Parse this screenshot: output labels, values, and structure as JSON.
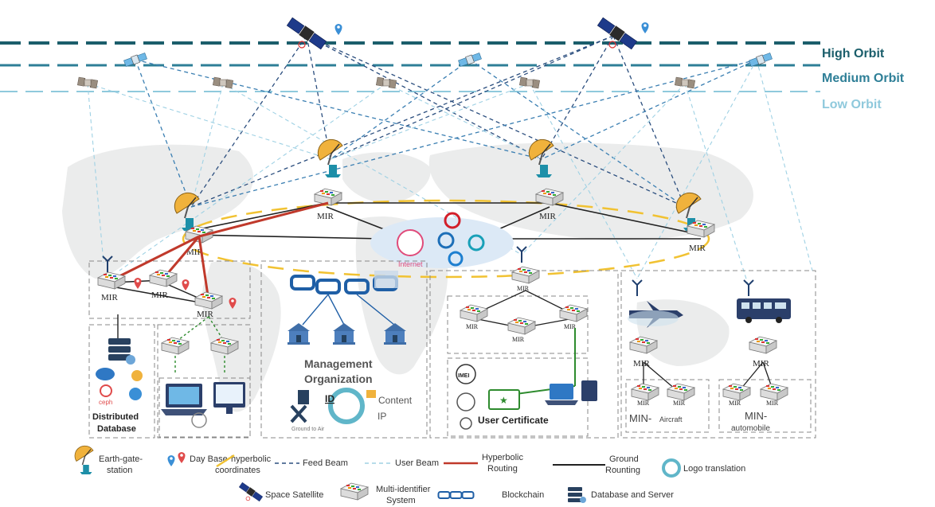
{
  "orbits": {
    "high": "High Orbit",
    "medium": "Medium Orbit",
    "low": "Low Orbit"
  },
  "colors": {
    "high": "#1b5e6b",
    "medium": "#2e7f97",
    "low": "#8fc9dc",
    "router_link": "#c0392b",
    "ground": "#222222",
    "green": "#2e8b2e"
  },
  "node_label": "MIR",
  "cloud": {
    "internet": "Internet"
  },
  "sections": {
    "database": {
      "line1": "Distributed",
      "line2": "Database",
      "ceph": "ceph"
    },
    "management": {
      "line1": "Management",
      "line2": "Organization",
      "id": "ID",
      "content": "Content",
      "ip": "IP",
      "ground_to_air": "Ground to Air"
    },
    "certificate": {
      "imei": "IMEI",
      "label": "User Certificate"
    },
    "aircraft": {
      "label": "MIN-",
      "sub": "Aircraft"
    },
    "automobile": {
      "label": "MIN-",
      "sub": "automobile"
    }
  },
  "legend": {
    "earth_gate": "Earth-gate-station",
    "earth_gate_l1": "Earth-gate-",
    "earth_gate_l2": "station",
    "day_base_l1": "Day Base",
    "day_base_l2": "hyperbolic",
    "day_base_l3": "coordinates",
    "feed_beam": "Feed Beam",
    "user_beam": "User Beam",
    "hyperbolic_l1": "Hyperbolic",
    "hyperbolic_l2": "Routing",
    "ground_l1": "Ground",
    "ground_l2": "Rounting",
    "logo_translation": "Logo translation",
    "space_satellite": "Space Satellite",
    "multi_l1": "Multi-identifier",
    "multi_l2": "System",
    "blockchain": "Blockchain",
    "database_server": "Database and Server"
  }
}
